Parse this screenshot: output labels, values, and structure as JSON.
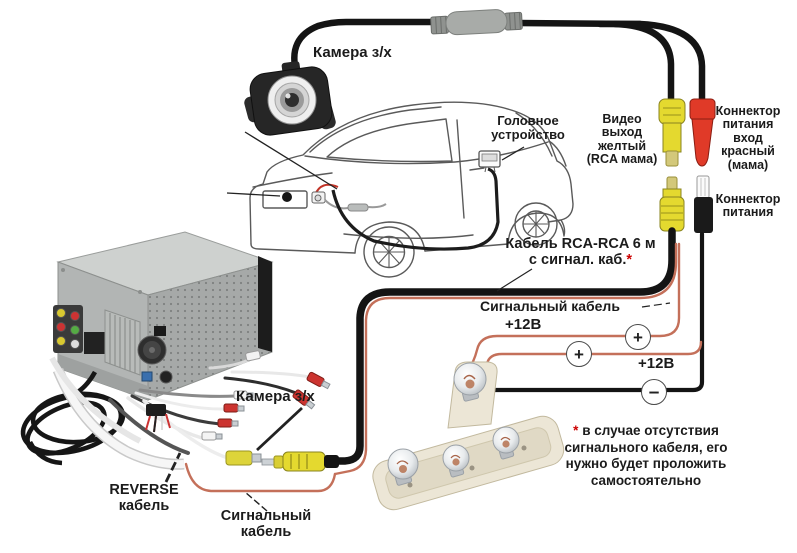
{
  "labels": {
    "camera_top": "Камера з/х",
    "head_unit": [
      "Головное",
      "устройство"
    ],
    "video_output": [
      "Видео",
      "выход",
      "желтый",
      "(RCA мама)"
    ],
    "power_connector_in": [
      "Коннектор",
      "питания",
      "вход",
      "красный",
      "(мама)"
    ],
    "power_connector": [
      "Коннектор",
      "питания"
    ],
    "rca_cable_line1": "Кабель RCA-RCA 6 м",
    "rca_cable_line2": "с сигнал. каб.",
    "rca_cable_asterisk": "*",
    "signal_cable_right": "Сигнальный кабель",
    "plus_12v_top": "+12В",
    "plus_12v_bottom": "+12В",
    "camera_head_unit": "Камера з/х",
    "reverse_cable": [
      "REVERSE",
      "кабель"
    ],
    "signal_cable_bottom": [
      "Сигнальный",
      "кабель"
    ]
  },
  "terminals": {
    "plus_top": "+",
    "plus_bottom": "+",
    "minus": "–"
  },
  "footnote": {
    "asterisk": "*",
    "lines": [
      "в случае отсутствия",
      "сигнального кабеля, его",
      "нужно будет проложить",
      "самостоятельно"
    ]
  },
  "colors": {
    "signal_wire": "#c4705a",
    "rca_yellow": "#e4d92f",
    "power_red": "#e03a28",
    "cable_black": "#141414",
    "asterisk_red": "#cc0000"
  }
}
